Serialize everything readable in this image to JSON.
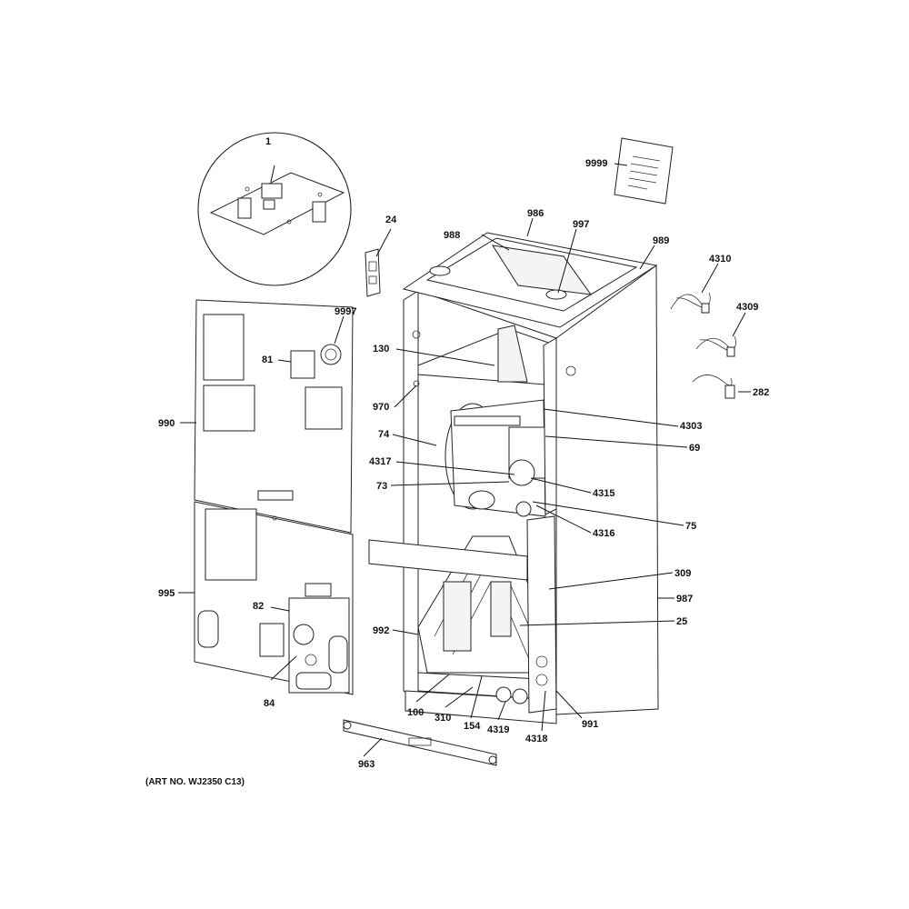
{
  "caption": "(ART NO. WJ2350 C13)",
  "callouts": {
    "c1": "1",
    "c24": "24",
    "c9999": "9999",
    "c986": "986",
    "c988": "988",
    "c997": "997",
    "c989": "989",
    "c4310": "4310",
    "c4309": "4309",
    "c282": "282",
    "c9997": "9997",
    "c81": "81",
    "c130": "130",
    "c970": "970",
    "c990": "990",
    "c74": "74",
    "c4303": "4303",
    "c69": "69",
    "c4317": "4317",
    "c73": "73",
    "c4315": "4315",
    "c4316": "4316",
    "c75": "75",
    "c309": "309",
    "c995": "995",
    "c987": "987",
    "c82": "82",
    "c992": "992",
    "c25": "25",
    "c84": "84",
    "c100": "100",
    "c310": "310",
    "c154": "154",
    "c4319": "4319",
    "c4318": "4318",
    "c991": "991",
    "c963": "963"
  }
}
